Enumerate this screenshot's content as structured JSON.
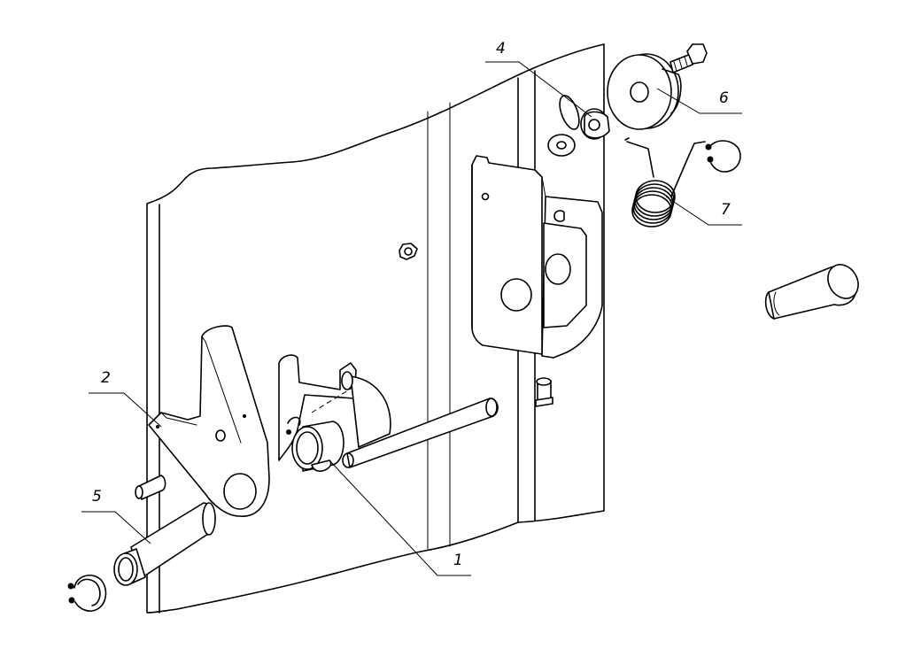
{
  "callouts": {
    "c1": "1",
    "c2": "2",
    "c4": "4",
    "c5": "5",
    "c6": "6",
    "c7": "7"
  }
}
